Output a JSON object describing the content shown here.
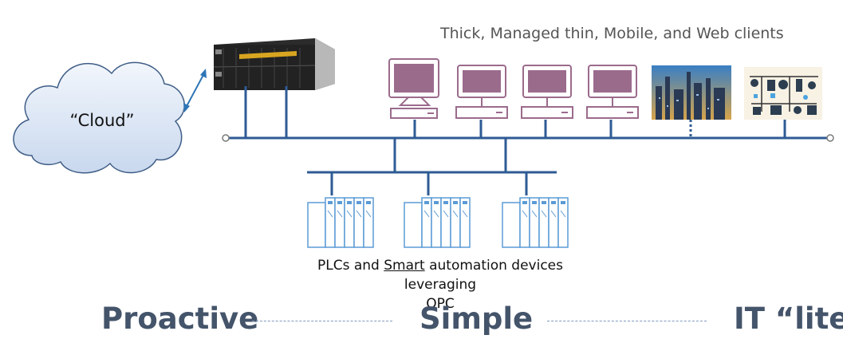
{
  "cloud": {
    "label": "“Cloud”"
  },
  "clients": {
    "label": "Thick, Managed thin, Mobile, and Web clients"
  },
  "plcs": {
    "label_pre": "PLCs and ",
    "label_underlined": "Smart",
    "label_post": " automation devices leveraging",
    "label_line2": "OPC"
  },
  "themes": {
    "first": "Proactive",
    "second": "Simple",
    "third": "IT “lite”"
  },
  "colors": {
    "network": "#2e5b94",
    "plc": "#5b9bd5",
    "monitor": "#9b6b8c",
    "theme_text": "#44546a"
  },
  "icons": [
    "cloud-icon",
    "server-icon",
    "monitor-icon",
    "plant-photo",
    "process-diagram-icon",
    "plc-icon"
  ]
}
